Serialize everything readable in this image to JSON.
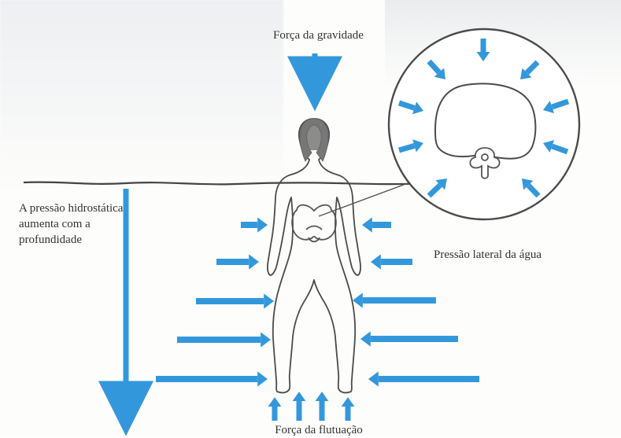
{
  "labels": {
    "gravity": "Força da gravidade",
    "hydrostatic": "A pressão hidrostática aumenta com a profundidade",
    "lateral": "Pressão lateral da água",
    "buoyancy": "Força da flutuação"
  },
  "colors": {
    "arrow": "#3398db",
    "outline": "#4b4b4b",
    "text": "#333333"
  },
  "icons": {
    "body": "human-body-outline",
    "arrow": "force-arrow",
    "detail_circle": "cross-section-detail",
    "pelvis": "pelvis-diagram",
    "vertebra": "vertebra-diagram"
  }
}
